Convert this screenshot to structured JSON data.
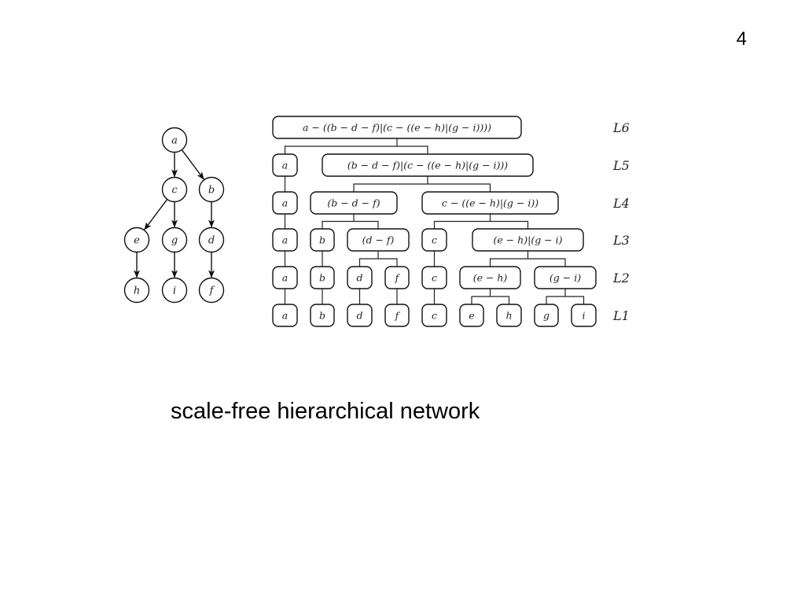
{
  "slide": {
    "page_number": "4",
    "caption": "scale-free hierarchical network"
  },
  "graph": {
    "nodes": [
      {
        "id": "a",
        "label": "a"
      },
      {
        "id": "c",
        "label": "c"
      },
      {
        "id": "b",
        "label": "b"
      },
      {
        "id": "e",
        "label": "e"
      },
      {
        "id": "g",
        "label": "g"
      },
      {
        "id": "d",
        "label": "d"
      },
      {
        "id": "h",
        "label": "h"
      },
      {
        "id": "i",
        "label": "i"
      },
      {
        "id": "f",
        "label": "f"
      }
    ],
    "edges": [
      {
        "from": "a",
        "to": "c"
      },
      {
        "from": "a",
        "to": "b"
      },
      {
        "from": "c",
        "to": "e"
      },
      {
        "from": "c",
        "to": "g"
      },
      {
        "from": "b",
        "to": "d"
      },
      {
        "from": "e",
        "to": "h"
      },
      {
        "from": "g",
        "to": "i"
      },
      {
        "from": "d",
        "to": "f"
      }
    ]
  },
  "hierarchy": {
    "levels": [
      {
        "name": "L6",
        "boxes": [
          "a − ((b − d − f)|(c − ((e − h)|(g − i))))"
        ]
      },
      {
        "name": "L5",
        "boxes": [
          "a",
          "(b − d − f)|(c − ((e − h)|(g − i)))"
        ]
      },
      {
        "name": "L4",
        "boxes": [
          "a",
          "(b − d − f)",
          "c − ((e − h)|(g − i))"
        ]
      },
      {
        "name": "L3",
        "boxes": [
          "a",
          "b",
          "(d − f)",
          "c",
          "(e − h)|(g − i)"
        ]
      },
      {
        "name": "L2",
        "boxes": [
          "a",
          "b",
          "d",
          "f",
          "c",
          "(e − h)",
          "(g − i)"
        ]
      },
      {
        "name": "L1",
        "boxes": [
          "a",
          "b",
          "d",
          "f",
          "c",
          "e",
          "h",
          "g",
          "i"
        ]
      }
    ]
  }
}
